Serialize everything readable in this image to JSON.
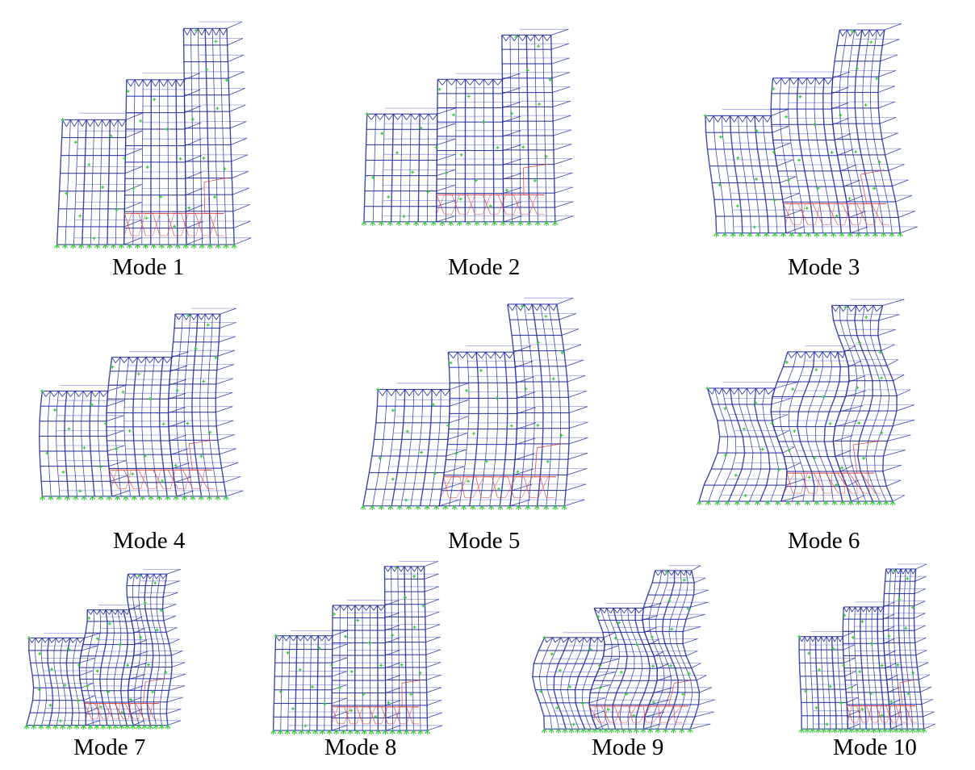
{
  "figure": {
    "modes": [
      {
        "id": "mode-1",
        "caption": "Mode 1",
        "deform": "none"
      },
      {
        "id": "mode-2",
        "caption": "Mode 2",
        "deform": "torsion"
      },
      {
        "id": "mode-3",
        "caption": "Mode 3",
        "deform": "sway"
      },
      {
        "id": "mode-4",
        "caption": "Mode 4",
        "deform": "sway"
      },
      {
        "id": "mode-5",
        "caption": "Mode 5",
        "deform": "bend"
      },
      {
        "id": "mode-6",
        "caption": "Mode 6",
        "deform": "wave"
      },
      {
        "id": "mode-7",
        "caption": "Mode 7",
        "deform": "wave"
      },
      {
        "id": "mode-8",
        "caption": "Mode 8",
        "deform": "torsion"
      },
      {
        "id": "mode-9",
        "caption": "Mode 9",
        "deform": "wave"
      },
      {
        "id": "mode-10",
        "caption": "Mode 10",
        "deform": "sway"
      }
    ],
    "colors": {
      "frame": "#1f2a9e",
      "frame_light": "#5a62c8",
      "brace": "#d23a3a",
      "support": "#33cc33"
    }
  }
}
